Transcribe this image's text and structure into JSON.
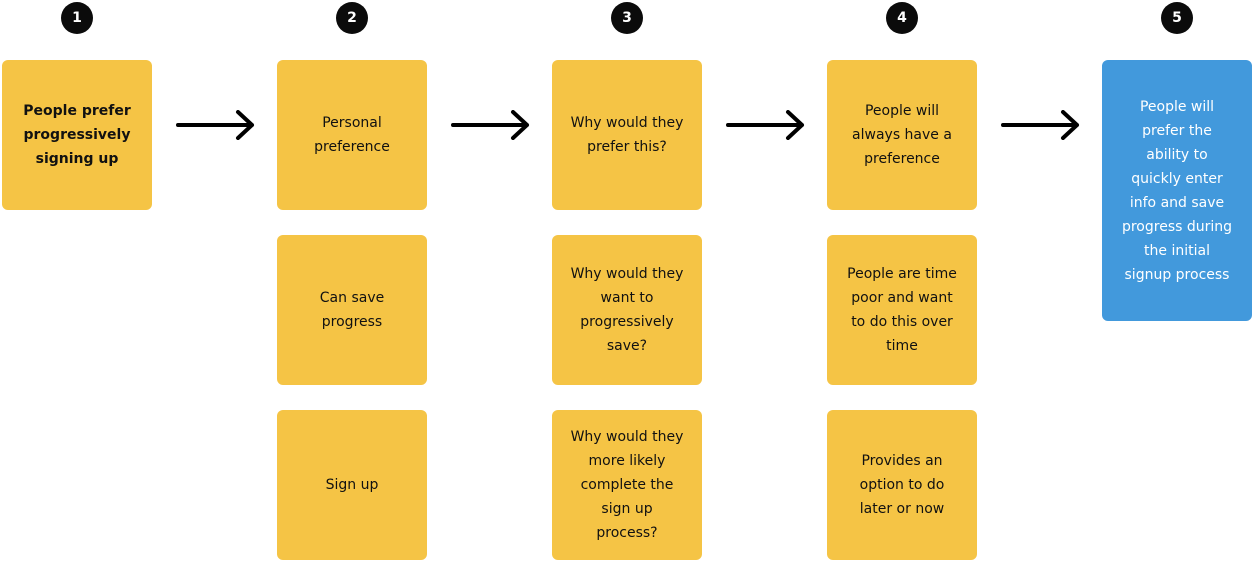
{
  "steps": [
    {
      "number": "1"
    },
    {
      "number": "2"
    },
    {
      "number": "3"
    },
    {
      "number": "4"
    },
    {
      "number": "5"
    }
  ],
  "columns": [
    {
      "cards": [
        "People prefer progressively signing up"
      ]
    },
    {
      "cards": [
        "Personal preference",
        "Can save progress",
        "Sign up"
      ]
    },
    {
      "cards": [
        "Why would they prefer this?",
        "Why would they want to progressively save?",
        "Why would they more likely complete the sign up process?"
      ]
    },
    {
      "cards": [
        "People will always have a preference",
        "People are time poor and want to do this over time",
        "Provides an option to do later or now"
      ]
    },
    {
      "cards": [
        "People will prefer the ability to quickly enter info and save progress during the initial  signup process"
      ]
    }
  ],
  "colors": {
    "card_yellow": "#f5c445",
    "card_blue": "#4299dc",
    "step_badge": "#0b0b0b"
  }
}
